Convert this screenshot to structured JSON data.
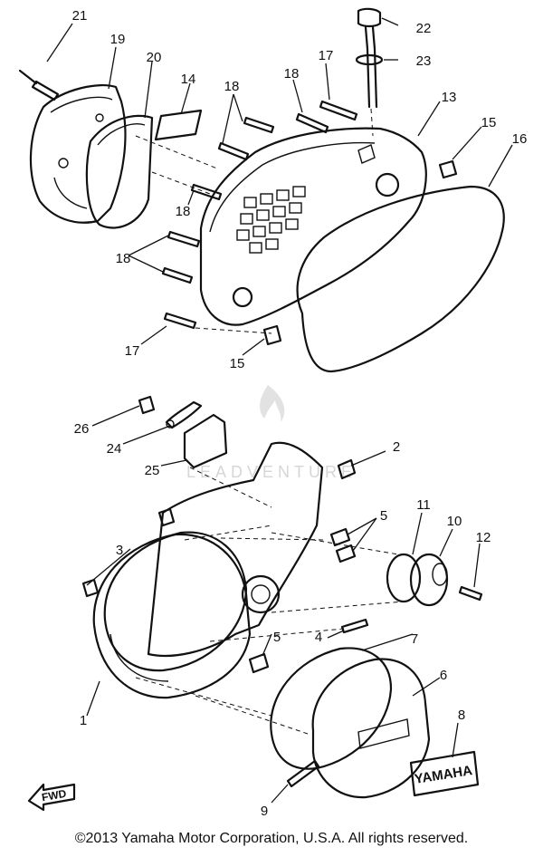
{
  "callouts": {
    "p1": "1",
    "p2": "2",
    "p3": "3",
    "p4": "4",
    "p5a": "5",
    "p5b": "5",
    "p6": "6",
    "p7": "7",
    "p8": "8",
    "p9": "9",
    "p10": "10",
    "p11": "11",
    "p12": "12",
    "p13": "13",
    "p14": "14",
    "p15a": "15",
    "p15b": "15",
    "p16": "16",
    "p17a": "17",
    "p17b": "17",
    "p18a": "18",
    "p18b": "18",
    "p18c": "18",
    "p18d": "18",
    "p19": "19",
    "p20": "20",
    "p21": "21",
    "p22": "22",
    "p23": "23",
    "p24": "24",
    "p25": "25",
    "p26": "26"
  },
  "badge_text": "YAMAHA",
  "direction_label": "FWD",
  "watermark_text": "LEADVENTURE",
  "copyright": "©2013 Yamaha Motor Corporation, U.S.A. All rights reserved."
}
